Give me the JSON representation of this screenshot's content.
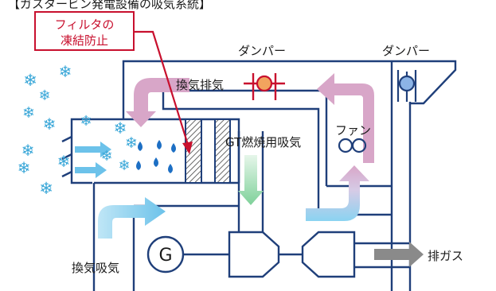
{
  "header": {
    "top_fragment": "【ガスタービン発電設備の吸気系統】"
  },
  "callout": {
    "line1": "フィルタの",
    "line2": "凍結防止"
  },
  "labels": {
    "damper_left": "ダンパー",
    "damper_right": "ダンパー",
    "exhaust_vent": "換気排気",
    "fan": "ファン",
    "gt_intake": "GT燃焼用吸気",
    "generator": "G",
    "intake_vent": "換気吸気",
    "exhaust_gas": "排ガス"
  },
  "icons": {
    "snowflake": "snowflake-icon",
    "water_drop": "water-drop-icon",
    "damper": "damper-icon",
    "fan": "fan-icon",
    "generator": "generator-icon"
  },
  "colors": {
    "duct": "#1f3f7a",
    "callout_red": "#c8102e",
    "snow_blue": "#3aa7d8",
    "water_blue": "#1d6fc4",
    "warm_pink": "#d7a5c6",
    "intake_arrow": "#7fd1ee",
    "gt_green": "#86d4a2",
    "damper_closed_fill": "#f2a35e",
    "damper_open_fill": "#8cb4e6",
    "gas_arrow": "#8a8a8a"
  }
}
